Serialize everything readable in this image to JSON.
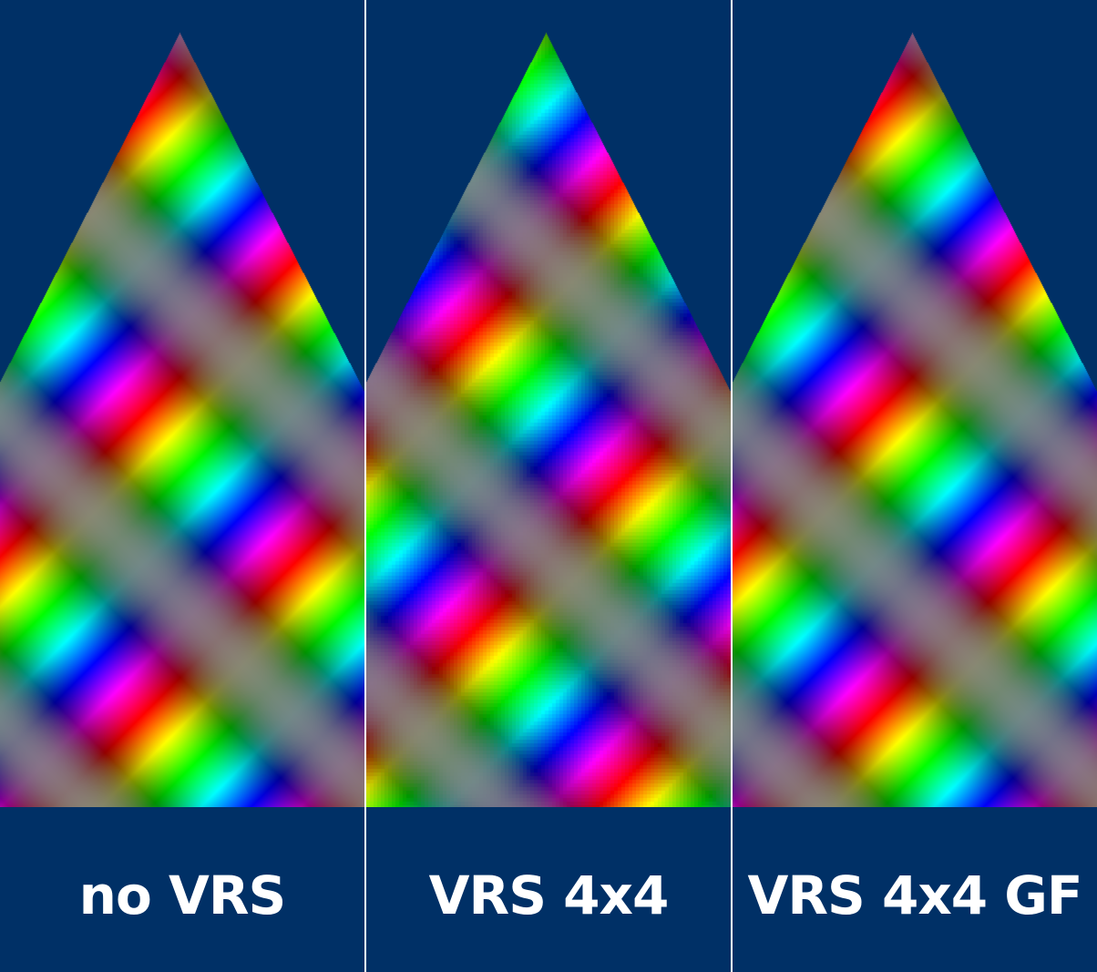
{
  "colors": {
    "background": "#003066",
    "divider": "#ffffff",
    "label": "#ffffff"
  },
  "panels": [
    {
      "label": "no VRS",
      "block": 1
    },
    {
      "label": "VRS 4x4",
      "block": 4
    },
    {
      "label": "VRS 4x4 GF",
      "block": 1
    }
  ]
}
